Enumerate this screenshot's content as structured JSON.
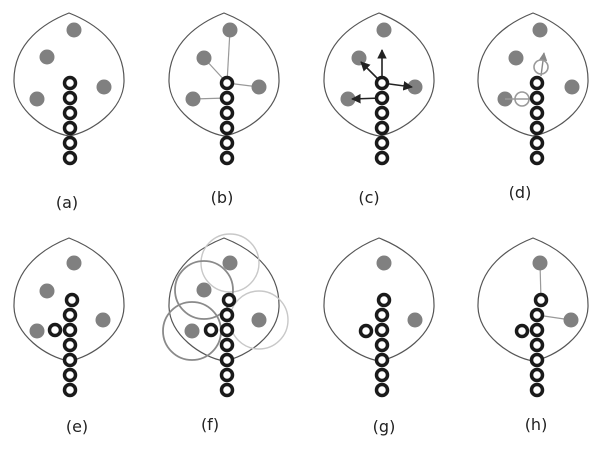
{
  "panels": [
    {
      "label": "(a)"
    },
    {
      "label": "(b)"
    },
    {
      "label": "(c)"
    },
    {
      "label": "(d)"
    },
    {
      "label": "(e)"
    },
    {
      "label": "(f)"
    },
    {
      "label": "(g)"
    },
    {
      "label": "(h)"
    }
  ],
  "colors": {
    "outline": "#555555",
    "attractor": "#808080",
    "node": "#1a1a1a",
    "arrow": "#222222",
    "influence_circle": "#9a9a9a"
  }
}
